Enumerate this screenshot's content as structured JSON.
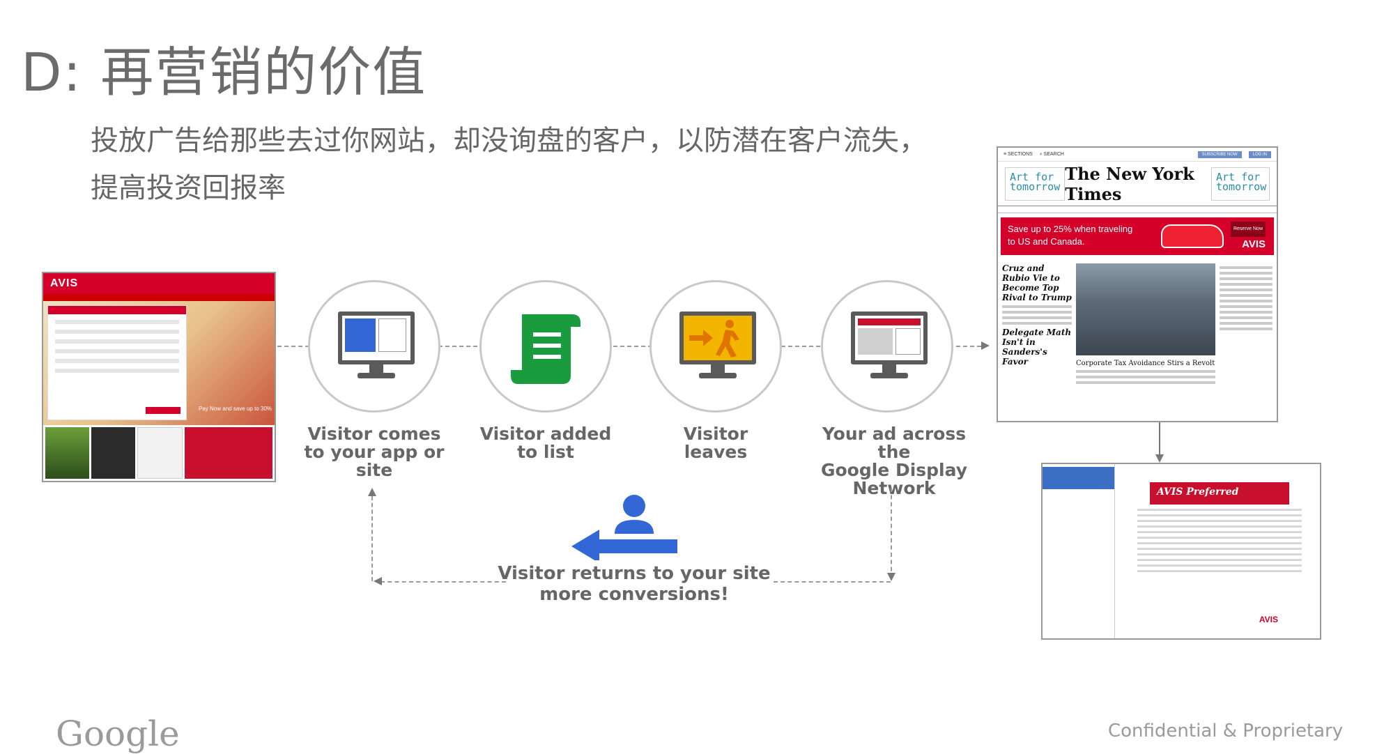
{
  "title": "D: 再营销的价值",
  "subtitle_line1": "投放广告给那些去过你网站，却没询盘的客户，以防潜在客户流失，",
  "subtitle_line2": "提高投资回报率",
  "avis_site": {
    "logo": "AVIS",
    "promo": "Pay Now and save up to 30%"
  },
  "steps": [
    {
      "label_line1": "Visitor comes",
      "label_line2": "to your app or",
      "label_line3": "site",
      "icon": "monitor-website-icon"
    },
    {
      "label_line1": "Visitor added",
      "label_line2": "to list",
      "icon": "scroll-list-icon"
    },
    {
      "label_line1": "Visitor",
      "label_line2": "leaves",
      "icon": "exit-sign-icon"
    },
    {
      "label_line1": "Your ad across the",
      "label_line2": "Google Display",
      "label_line3": "Network",
      "icon": "monitor-display-ad-icon"
    }
  ],
  "return": {
    "label_line1": "Visitor returns to your site",
    "label_line2": "more conversions!",
    "icon": "person-arrow-left-icon"
  },
  "nyt": {
    "masthead": "The New York Times",
    "aft_line1": "Art for",
    "aft_line2": "tomorrow",
    "ad_line1": "Save up to 25% when traveling",
    "ad_line2": "to US and Canada.",
    "ad_logo": "AVIS",
    "ad_button": "Reserve Now",
    "headline1": "Cruz and Rubio Vie to Become Top Rival to Trump",
    "headline2": "Delegate Math Isn't in Sanders's Favor",
    "headline3": "Corporate Tax Avoidance Stirs a Revolt"
  },
  "email": {
    "banner": "AVIS Preferred",
    "logo": "AVIS"
  },
  "footer": {
    "google": "Google",
    "confidential": "Confidential & Proprietary"
  },
  "colors": {
    "avis_red": "#d4002a",
    "icon_blue": "#3367d6",
    "icon_green": "#1a9c3e",
    "icon_yellow": "#f2b500",
    "text_gray": "#666666"
  }
}
